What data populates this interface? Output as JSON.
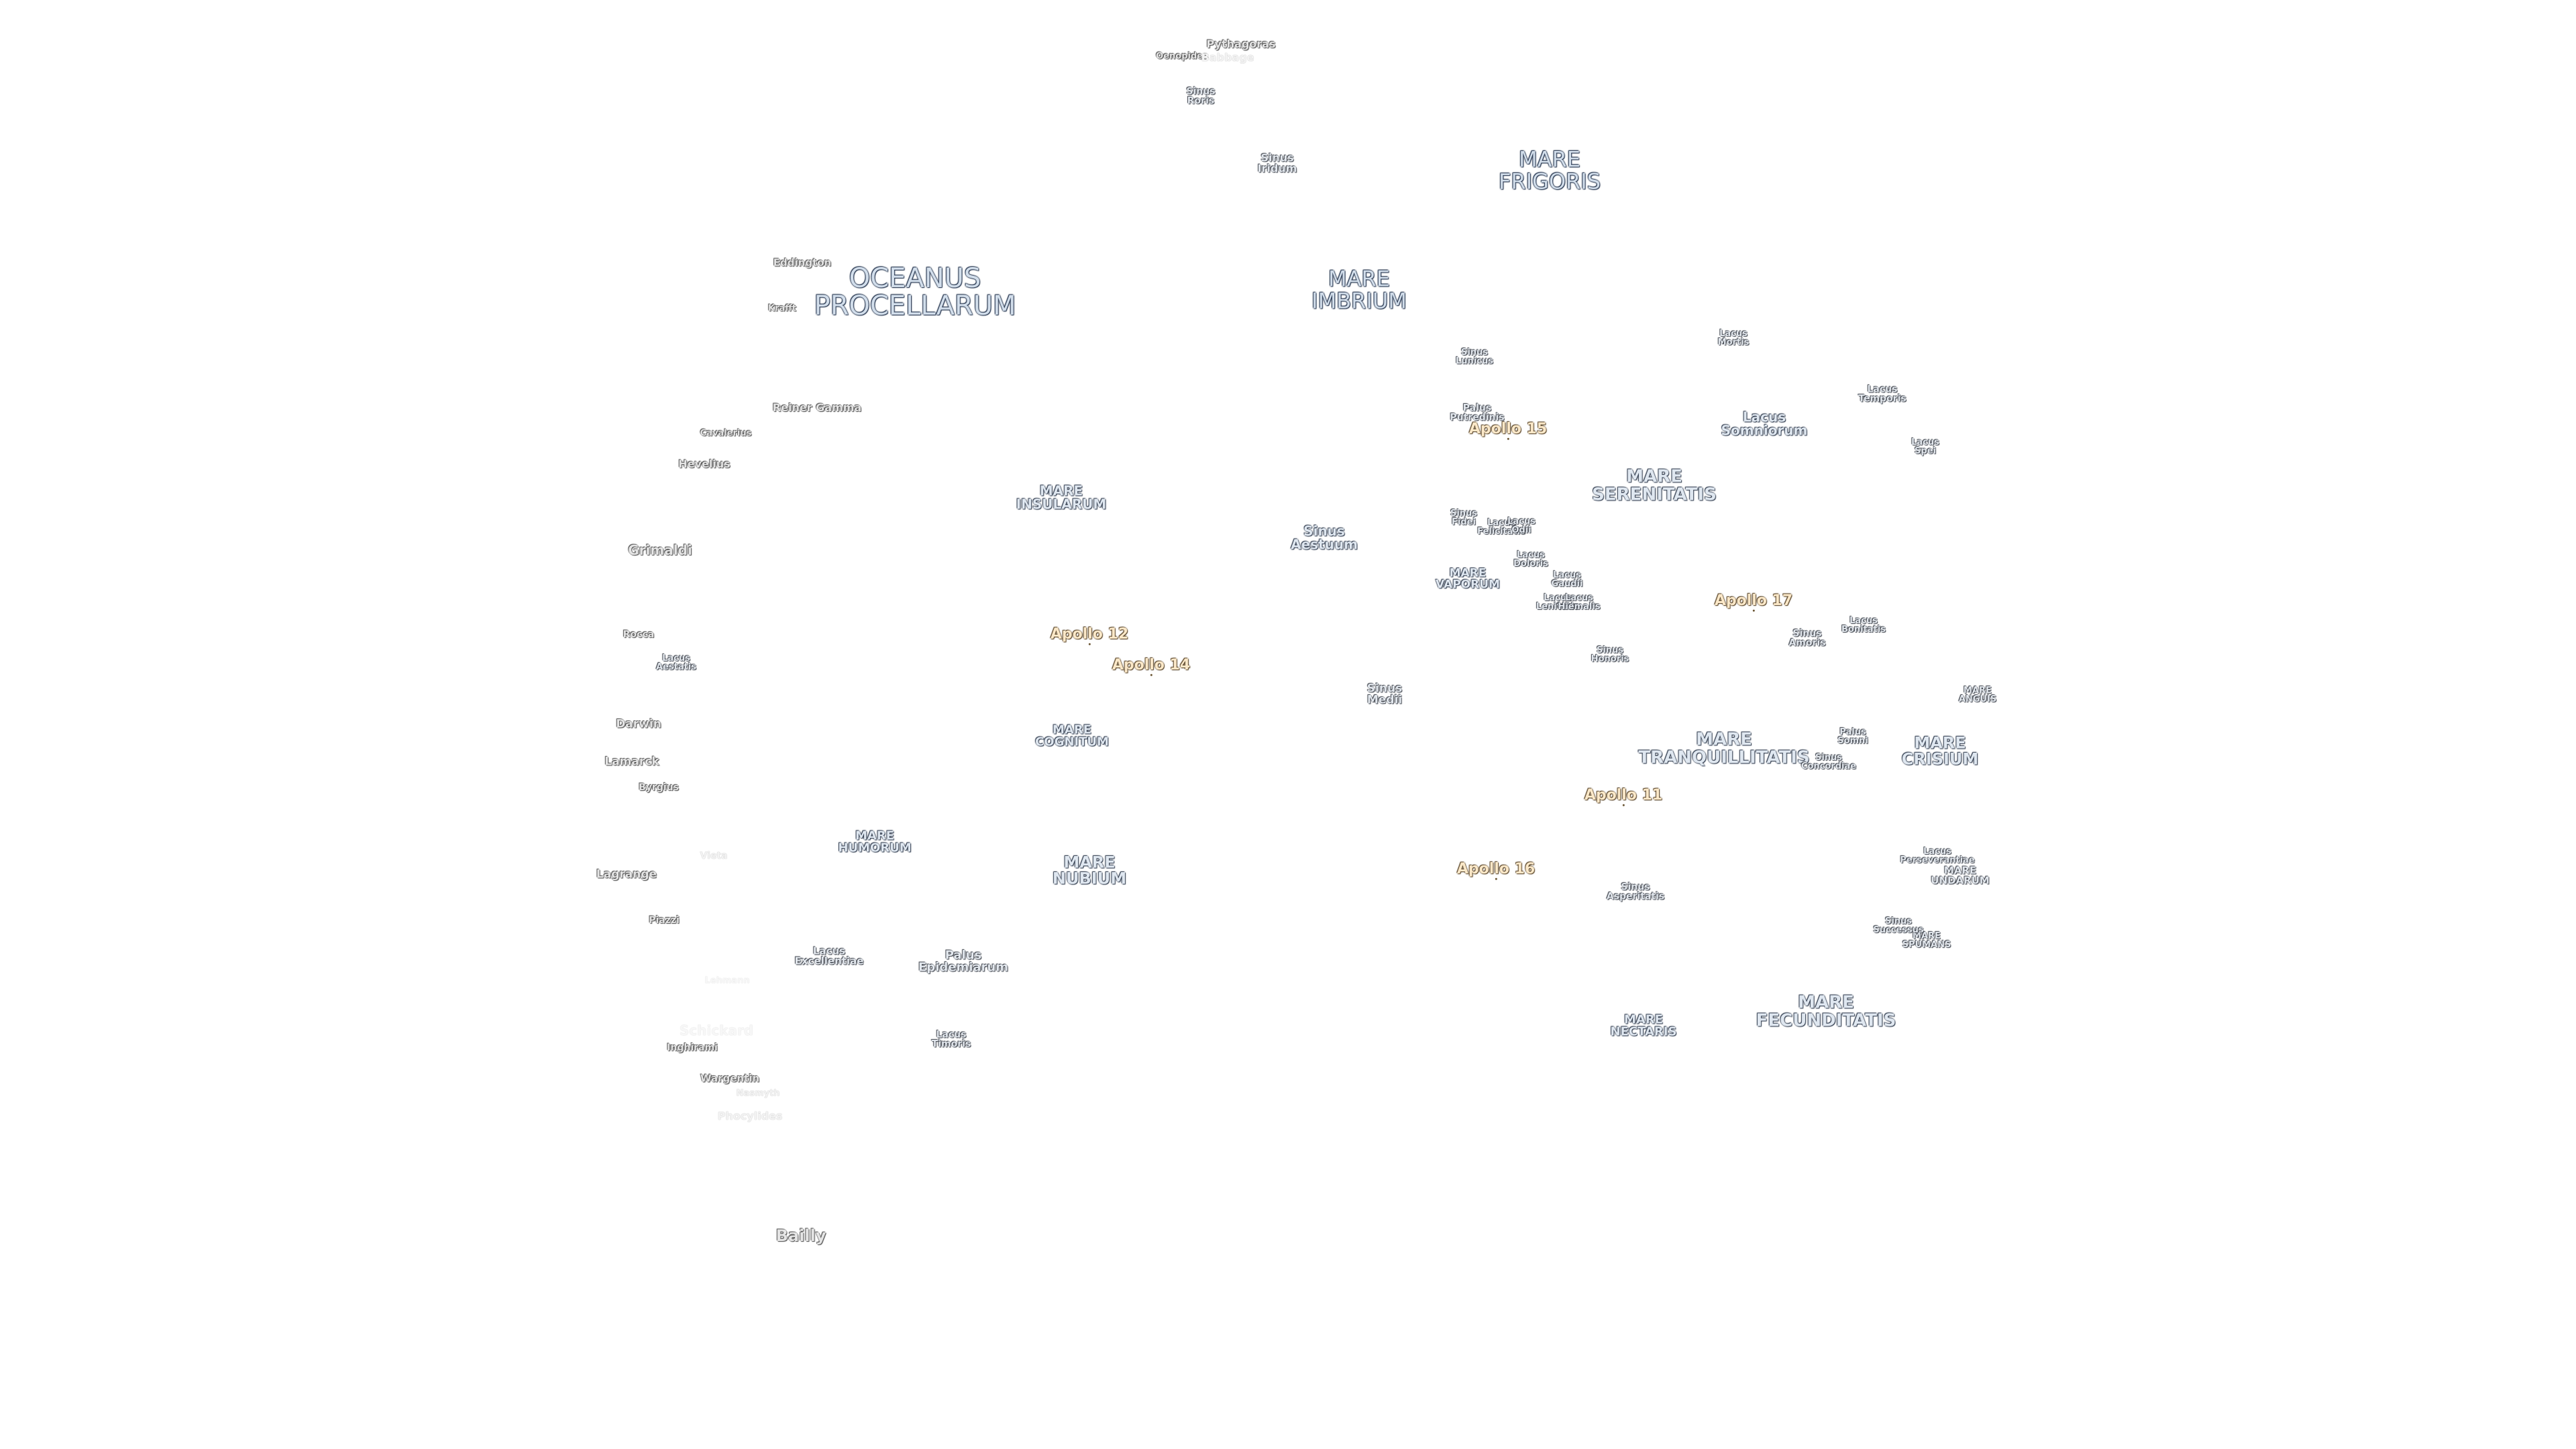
{
  "labels": {
    "oceanus_procellarum": "OCEANUS\nPROCELLARUM",
    "mare_frigoris": "MARE\nFRIGORIS",
    "mare_imbrium": "MARE\nIMBRIUM",
    "mare_serenitatis": "MARE\nSERENITATIS",
    "mare_tranquillitatis": "MARE\nTRANQUILLITATIS",
    "mare_crisium": "MARE\nCRISIUM",
    "mare_fecunditatis": "MARE\nFECUNDITATIS",
    "mare_nectaris": "MARE\nNECTARIS",
    "mare_nubium": "MARE\nNUBIUM",
    "mare_humorum": "MARE\nHUMORUM",
    "mare_cognitum": "MARE\nCOGNITUM",
    "mare_insularum": "MARE\nINSULARUM",
    "mare_vaporum": "MARE\nVAPORUM",
    "mare_anguis": "MARE\nANGUIS",
    "mare_undarum": "MARE\nUNDARUM",
    "mare_spumans": "MARE\nSPUMANS",
    "lacus_somniorum": "Lacus\nSomniorum",
    "lacus_mortis": "Lacus\nMortis",
    "lacus_temporis": "Lacus\nTemporis",
    "lacus_spei": "Lacus\nSpei",
    "lacus_bonitatis": "Lacus\nBonitatis",
    "lacus_doloris": "Lacus\nDoloris",
    "lacus_gaudii": "Lacus\nGaudii",
    "lacus_lenitatis": "Lacus\nLenitatis",
    "lacus_hiemalis": "Lacus\nHiemalis",
    "lacus_felicitatis": "Lacus\nFelicitatis",
    "lacus_odii": "Lacus\nOdii",
    "lacus_excellentiae": "Lacus\nExcellentiae",
    "lacus_timoris": "Lacus\nTimoris",
    "lacus_aestatis": "Lacus\nAestatis",
    "lacus_perseverantiae": "Lacus\nPerseverantiae",
    "sinus_roris": "Sinus\nRoris",
    "sinus_iridum": "Sinus\nIridum",
    "sinus_aestuum": "Sinus\nAestuum",
    "sinus_medii": "Sinus\nMedii",
    "sinus_lunicus": "Sinus\nLunicus",
    "sinus_fidei": "Sinus\nFidei",
    "sinus_honoris": "Sinus\nHonoris",
    "sinus_amoris": "Sinus\nAmoris",
    "sinus_concordiae": "Sinus\nConcordiae",
    "sinus_asperitatis": "Sinus\nAsperitatis",
    "sinus_successus": "Sinus\nSuccessus",
    "palus_putredinis": "Palus\nPutredinis",
    "palus_somni": "Palus\nSomni",
    "palus_epidemiarum": "Palus\nEpidemiarum",
    "apollo_11": "Apollo 11",
    "apollo_12": "Apollo 12",
    "apollo_14": "Apollo 14",
    "apollo_15": "Apollo 15",
    "apollo_16": "Apollo 16",
    "apollo_17": "Apollo 17",
    "pythagoras": "Pythagoras",
    "oenopides": "Oenopides",
    "babbage": "Babbage",
    "eddington": "Eddington",
    "krafft": "Krafft",
    "reiner_gamma": "Reiner Gamma",
    "cavalerius": "Cavalerius",
    "hevelius": "Hevelius",
    "grimaldi": "Grimaldi",
    "rocca": "Rocca",
    "darwin": "Darwin",
    "lamarck": "Lamarck",
    "byrgius": "Byrgius",
    "vieta": "Vieta",
    "lagrange": "Lagrange",
    "piazzi": "Piazzi",
    "lehmann": "Lehmann",
    "schickard": "Schickard",
    "inghirami": "Inghirami",
    "wargentin": "Wargentin",
    "nasmyth": "Nasmyth",
    "phocylides": "Phocylides",
    "bailly": "Bailly"
  }
}
